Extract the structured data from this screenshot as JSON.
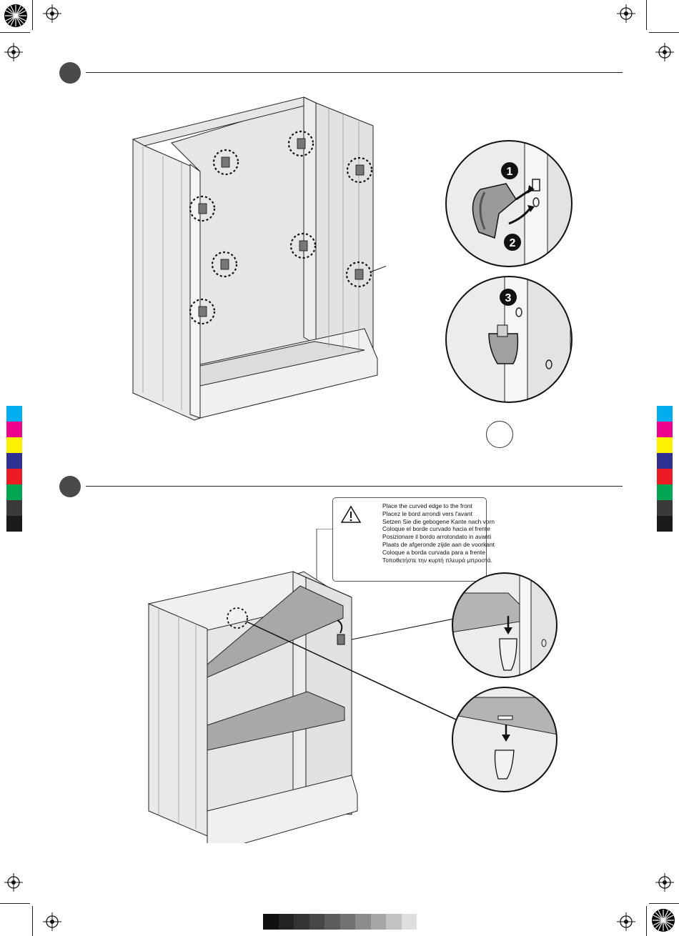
{
  "warning_label": {
    "lines": [
      "Place the curved edge to the front",
      "Placez le bord arrondi vers l'avant",
      "Setzen Sie die gebogene Kante nach vorn",
      "Coloque el borde curvado hacia el frente",
      "Posizionare il bordo arrotondato in avanti",
      "Plaats de afgeronde zijde aan de voorkant",
      "Coloque a borda curvada para a frente",
      "Τοποθετήστε την κυρτή πλευρά μπροστά."
    ],
    "icon": "warning-triangle-icon"
  },
  "detail_steps": [
    "1",
    "2",
    "3"
  ],
  "print_marks": {
    "registration_icon": "registration-mark-icon",
    "color_bar": [
      "#00aeef",
      "#ec008c",
      "#fff200",
      "#2e3192",
      "#ed1c24",
      "#00a651",
      "#3a3a3a",
      "#1a1a1a"
    ],
    "gray_bar": [
      "#111111",
      "#232323",
      "#343434",
      "#464646",
      "#5c5c5c",
      "#727272",
      "#8c8c8c",
      "#a6a6a6",
      "#c2c2c2",
      "#dedede"
    ]
  },
  "colors": {
    "step_marker": "#4a4a4a",
    "cabinet_panel": "#e6e6e6",
    "shelf": "#a8a8a8",
    "detail_bg": "#ececec"
  }
}
